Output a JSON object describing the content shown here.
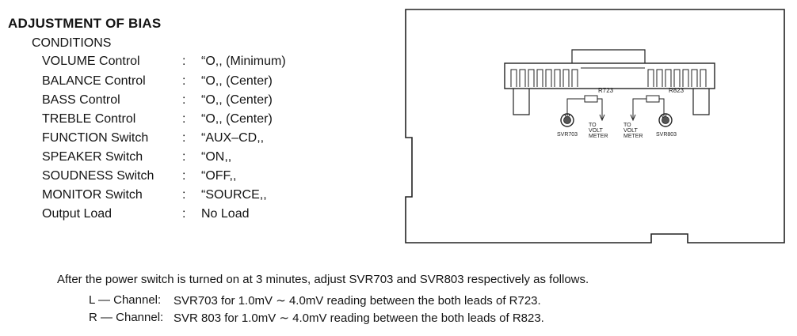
{
  "title": "ADJUSTMENT OF BIAS",
  "conditions_title": "CONDITIONS",
  "conditions": [
    {
      "label": "VOLUME Control",
      "value": "“O,, (Minimum)"
    },
    {
      "label": "BALANCE Control",
      "value": "“O,, (Center)"
    },
    {
      "label": "BASS Control",
      "value": "“O,, (Center)"
    },
    {
      "label": "TREBLE Control",
      "value": "“O,, (Center)"
    },
    {
      "label": "FUNCTION Switch",
      "value": "“AUX–CD,,"
    },
    {
      "label": "SPEAKER Switch",
      "value": "“ON,,"
    },
    {
      "label": "SOUDNESS Switch",
      "value": "“OFF,,"
    },
    {
      "label": "MONITOR Switch",
      "value": "“SOURCE,,"
    },
    {
      "label": "Output Load",
      "value": "No Load"
    }
  ],
  "colon": ":",
  "diagram": {
    "r723": "R723",
    "r823": "R823",
    "to": "TO",
    "volt": "VOLT",
    "meter": "METER",
    "svr703": "SVR703",
    "svr803": "SVR803"
  },
  "paragraph": "After the power switch is turned on at 3 minutes, adjust SVR703 and SVR803 respectively as follows.",
  "channel_lines": [
    {
      "prefix": "L  —  Channel:",
      "text": "SVR703 for 1.0mV ∼ 4.0mV reading between the both leads of R723."
    },
    {
      "prefix": "R  —  Channel:",
      "text": "SVR 803 for 1.0mV ∼ 4.0mV reading between the both leads of R823."
    }
  ]
}
